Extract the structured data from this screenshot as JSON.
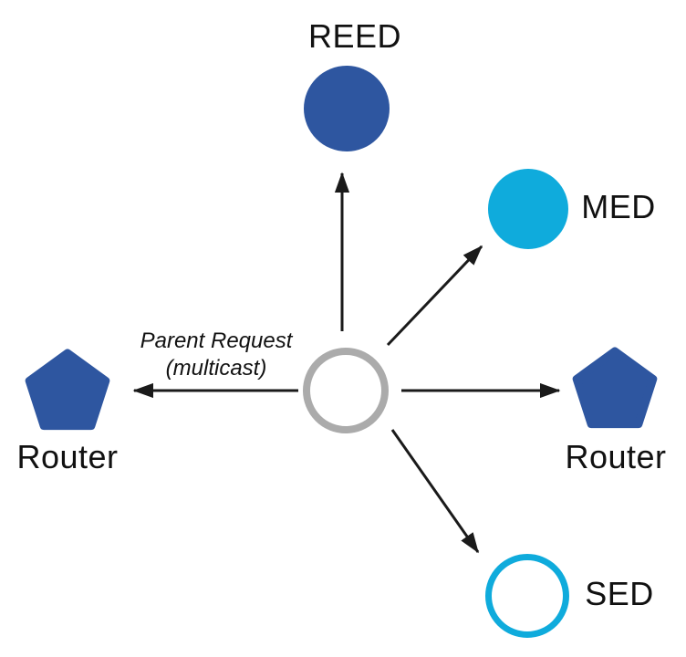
{
  "colors": {
    "node_blue": "#2e56a0",
    "node_cyan": "#0fabdc",
    "center_gray": "#ababab",
    "arrow_black": "#1a1a1a",
    "text": "#111111"
  },
  "nodes": {
    "reed": {
      "label": "REED"
    },
    "med": {
      "label": "MED"
    },
    "sed": {
      "label": "SED"
    },
    "router_left": {
      "label": "Router"
    },
    "router_right": {
      "label": "Router"
    },
    "center": {
      "label": ""
    }
  },
  "annotation": {
    "line1": "Parent Request",
    "line2": "(multicast)"
  }
}
